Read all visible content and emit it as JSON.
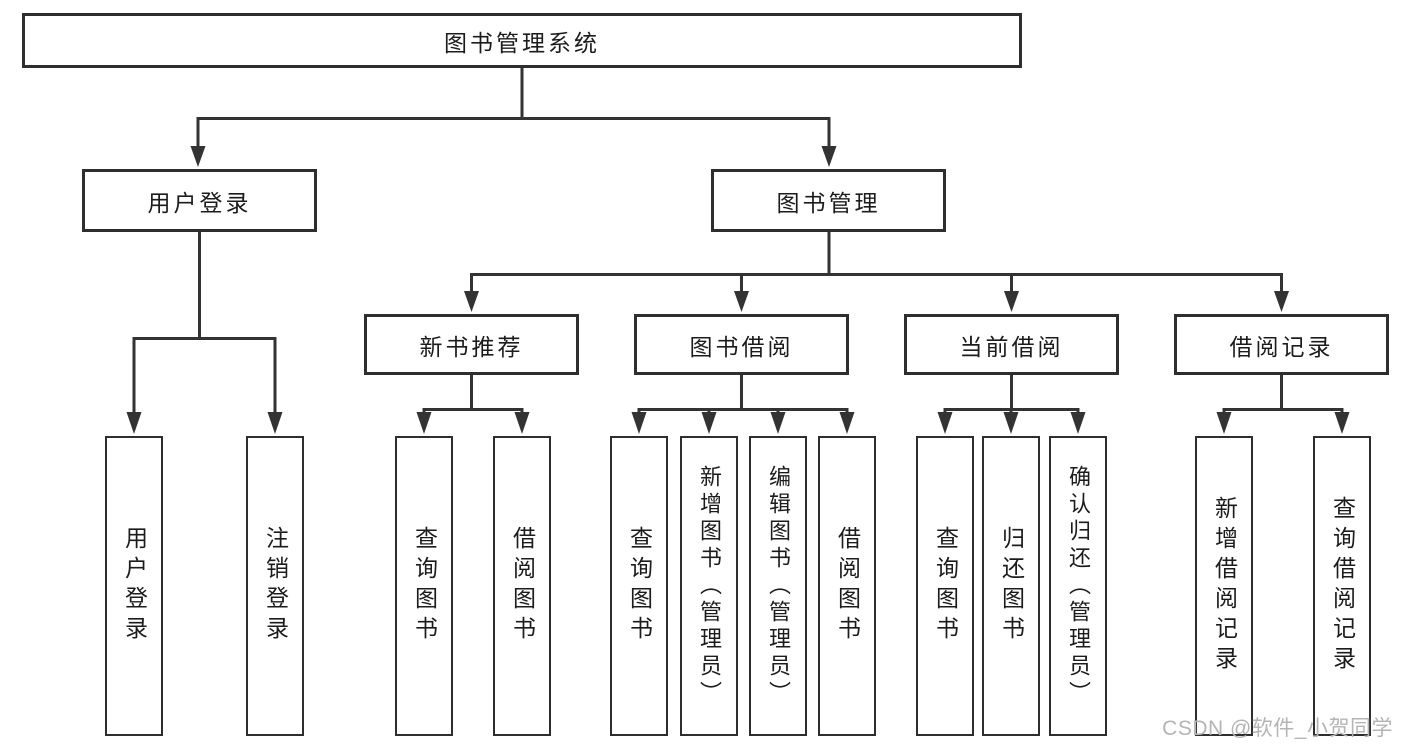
{
  "colors": {
    "line": "#333333",
    "box_border": "#2e2e2e",
    "text": "#1c1c1c",
    "background": "#ffffff",
    "watermark": "#b4b4b4"
  },
  "tree": {
    "root": {
      "label": "图书管理系统"
    },
    "branches": [
      {
        "label": "用户登录",
        "children": [
          {
            "label": "用户登录"
          },
          {
            "label": "注销登录"
          }
        ]
      },
      {
        "label": "图书管理",
        "children": [
          {
            "label": "新书推荐",
            "children": [
              {
                "label": "查询图书"
              },
              {
                "label": "借阅图书"
              }
            ]
          },
          {
            "label": "图书借阅",
            "children": [
              {
                "label": "查询图书"
              },
              {
                "label": "新增图书（管理员）"
              },
              {
                "label": "编辑图书（管理员）"
              },
              {
                "label": "借阅图书"
              }
            ]
          },
          {
            "label": "当前借阅",
            "children": [
              {
                "label": "查询图书"
              },
              {
                "label": "归还图书"
              },
              {
                "label": "确认归还（管理员）"
              }
            ]
          },
          {
            "label": "借阅记录",
            "children": [
              {
                "label": "新增借阅记录"
              },
              {
                "label": "查询借阅记录"
              }
            ]
          }
        ]
      }
    ]
  },
  "watermark": {
    "text": "CSDN @软件_小贺同学"
  }
}
